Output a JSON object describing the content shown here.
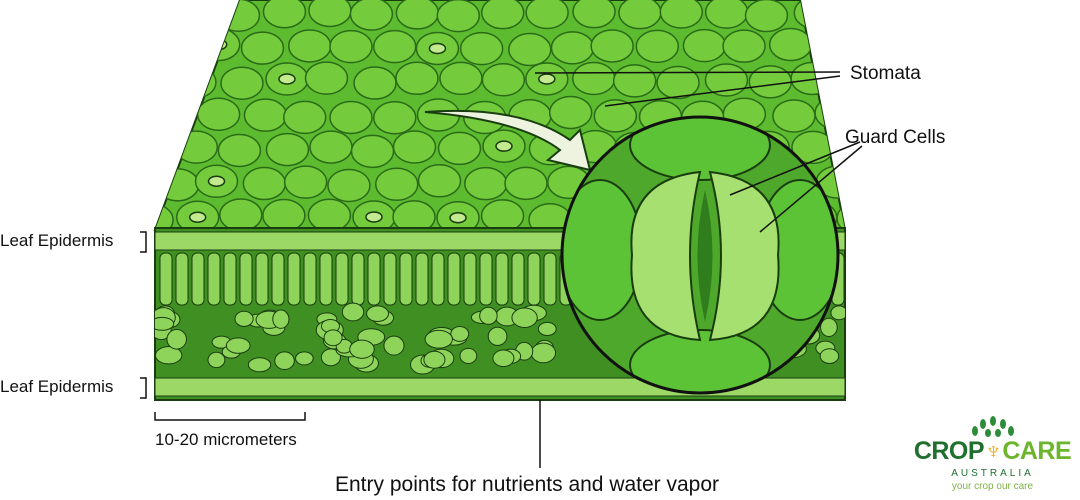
{
  "labels": {
    "stomata": "Stomata",
    "guard_cells": "Guard Cells",
    "epidermis_top": "Leaf Epidermis",
    "epidermis_bottom": "Leaf Epidermis",
    "scale": "10-20 micrometers",
    "entry_points": "Entry points for nutrients and water vapor"
  },
  "logo": {
    "brand_left": "CROP",
    "brand_right": "CARE",
    "subtitle": "AUSTRALIA",
    "tagline": "your crop our care"
  },
  "colors": {
    "leaf_light": "#7ccf3a",
    "leaf_mid": "#4fa82a",
    "leaf_dark": "#2f7d1c",
    "outline": "#1a3d10"
  }
}
